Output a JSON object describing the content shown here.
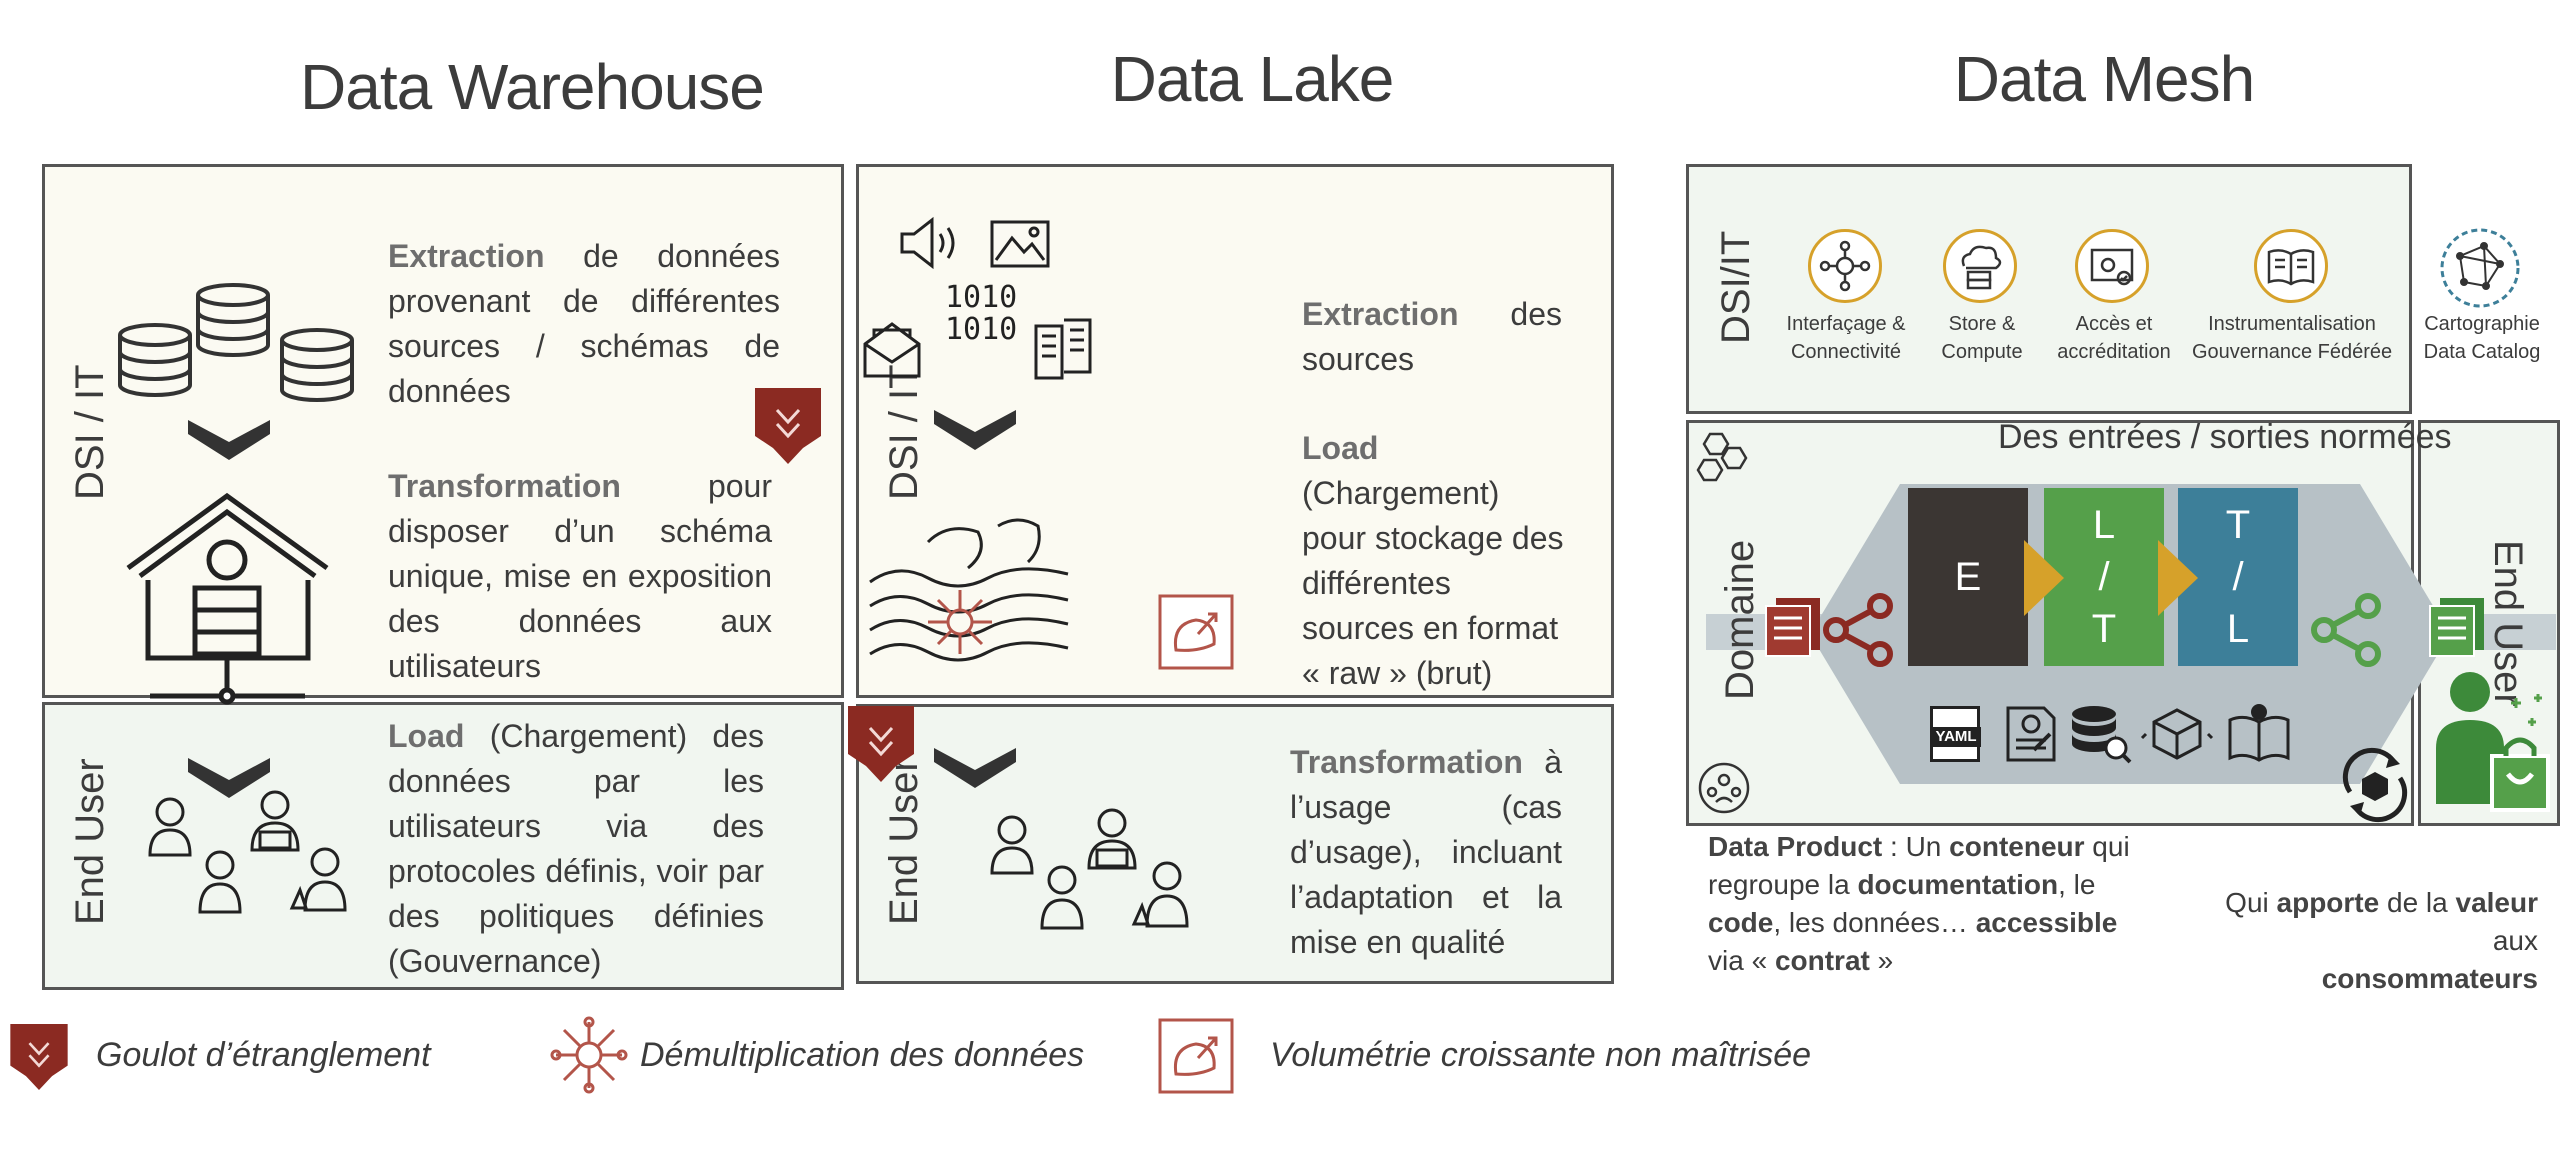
{
  "titles": {
    "warehouse": "Data Warehouse",
    "lake": "Data Lake",
    "mesh": "Data Mesh"
  },
  "warehouse": {
    "top_label": "DSI / IT",
    "bottom_label": "End User",
    "extraction_kw": "Extraction",
    "extraction_text": "de données provenant de différentes sources / schémas de données",
    "transformation_kw": "Transformation",
    "transformation_text": "pour disposer d’un schéma unique, mise en exposition des données aux utilisateurs",
    "load_kw": "Load",
    "load_text": "(Chargement) des données par les utilisateurs via des protocoles définis, voir par des politiques définies (Gouvernance)"
  },
  "lake": {
    "top_label": "DSI / IT",
    "bottom_label": "End User",
    "binary_line1": "1010",
    "binary_line2": "1010",
    "extraction_kw": "Extraction",
    "extraction_text": "des sources",
    "load_kw": "Load",
    "load_text": "(Chargement) pour stockage des différentes sources en format « raw » (brut)",
    "transformation_kw": "Transformation",
    "transformation_text": "à l’usage (cas d’usage), incluant l’adaptation et la mise en qualité"
  },
  "mesh": {
    "dsi_label": "DSI/IT",
    "capabilities": [
      {
        "line1": "Interfaçage &",
        "line2": "Connectivité",
        "icon": "network-hub-icon"
      },
      {
        "line1": "Store &",
        "line2": "Compute",
        "icon": "cloud-storage-icon"
      },
      {
        "line1": "Accès et",
        "line2": "accréditation",
        "icon": "access-screen-icon"
      },
      {
        "line1": "Instrumentalisation",
        "line2": "Gouvernance Fédérée",
        "icon": "book-governance-icon"
      }
    ],
    "catalog_line1": "Cartographie",
    "catalog_line2": "Data Catalog",
    "io_title": "Des entrées / sorties normées",
    "domain_label": "Domaine",
    "end_user_label": "End User",
    "stages": [
      {
        "letters": [
          "E"
        ],
        "color": "#3b3633"
      },
      {
        "letters": [
          "L",
          "/",
          "T"
        ],
        "color": "#55a04a"
      },
      {
        "letters": [
          "T",
          "/",
          "L"
        ],
        "color": "#3d7f99"
      }
    ],
    "yaml_label": "YAML",
    "product_desc": {
      "bold1": "Data Product",
      "t1": " : Un ",
      "bold2": "conteneur",
      "t2": " qui regroupe la ",
      "bold3": "documentation",
      "t3": ", le ",
      "bold4": "code",
      "t4": ", les données… ",
      "bold5": "accessible",
      "t5": " via « ",
      "bold6": "contrat",
      "t6": " »"
    },
    "value_desc": {
      "t1": "Qui ",
      "bold1": "apporte",
      "t2": " de la ",
      "bold2": "valeur",
      "t3": " aux",
      "bold3": "consommateurs"
    }
  },
  "legend": {
    "bottleneck": "Goulot d’étranglement",
    "multiplication": "Démultiplication des données",
    "volume": "Volumétrie croissante non maîtrisée"
  },
  "colors": {
    "accent_red": "#8b2a22",
    "gold": "#d6a12a",
    "green": "#55a04a",
    "teal": "#3d7f99",
    "dark": "#3b3633",
    "mesh_bg": "#b7c1c6"
  }
}
